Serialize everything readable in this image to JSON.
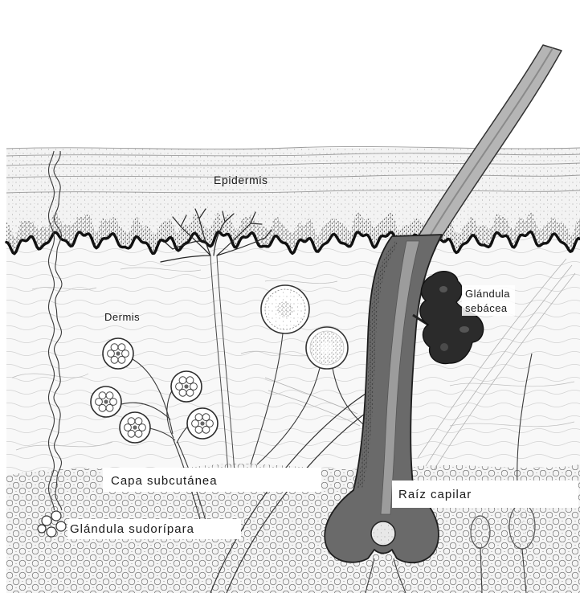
{
  "diagram": {
    "labels": {
      "epidermis": "Epidermis",
      "dermis": "Dermis",
      "sebaceous_gland": [
        "Glándula",
        "sebácea"
      ],
      "subcutaneous_layer": "Capa subcutánea",
      "hair_root": "Raíz capilar",
      "sweat_gland": "Glándula sudorípara"
    }
  }
}
